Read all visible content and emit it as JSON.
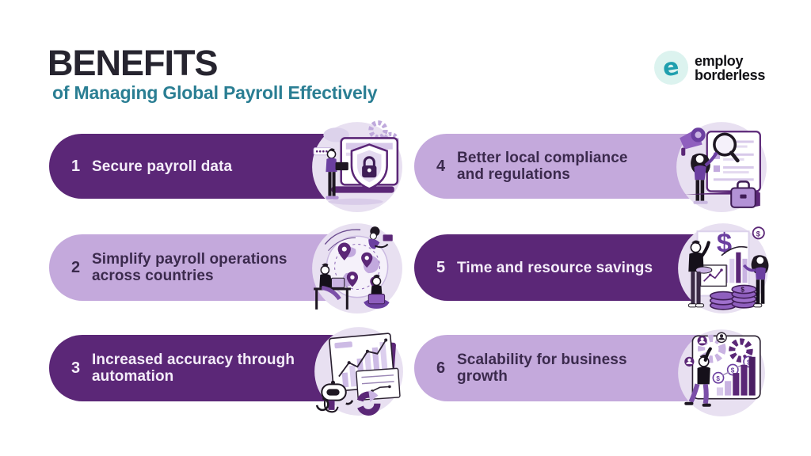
{
  "header": {
    "title": "BENEFITS",
    "subtitle": "of Managing Global Payroll Effectively",
    "title_color": "#26242F",
    "subtitle_color": "#2A7E93"
  },
  "logo": {
    "line1": "employ",
    "line2": "borderless",
    "icon": "employ-borderless-e-icon",
    "icon_color": "#1F9FAE",
    "icon_bg": "#DCF3EF"
  },
  "colors": {
    "dark_pill": "#5B2777",
    "light_pill": "#C4A9DC",
    "dark_text": "#3B2A4D",
    "light_text": "#F4EDF9",
    "illustration_bg": "#E8E0F1",
    "accent_purple": "#6B3FA0",
    "ink": "#1E1722"
  },
  "benefits": [
    {
      "number": "1",
      "variant": "dark",
      "label": "Secure payroll data",
      "lines": [
        "Secure payroll data"
      ],
      "illustration": "shield-lock-laptop"
    },
    {
      "number": "2",
      "variant": "light",
      "label": "Simplify payroll operations across countries",
      "lines": [
        "Simplify payroll operations",
        "across countries"
      ],
      "illustration": "globe-location-pins"
    },
    {
      "number": "3",
      "variant": "dark",
      "label": "Increased accuracy through automation",
      "lines": [
        "Increased accuracy through",
        "automation"
      ],
      "illustration": "robot-analytics-charts"
    },
    {
      "number": "4",
      "variant": "light",
      "label": "Better local compliance and regulations",
      "lines": [
        "Better local compliance",
        "and regulations"
      ],
      "illustration": "magnifier-document-review"
    },
    {
      "number": "5",
      "variant": "dark",
      "label": "Time and resource savings",
      "lines": [
        "Time and resource savings"
      ],
      "illustration": "money-coins-charts"
    },
    {
      "number": "6",
      "variant": "light",
      "label": "Scalability for business growth",
      "lines": [
        "Scalability for business",
        "growth"
      ],
      "illustration": "growth-gears-barchart"
    }
  ]
}
